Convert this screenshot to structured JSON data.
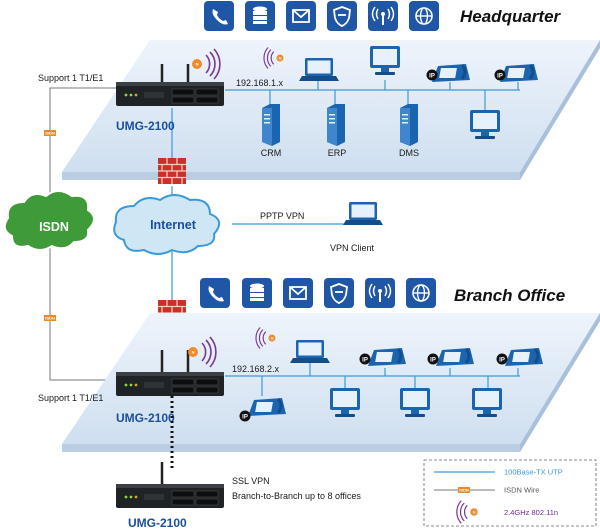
{
  "headquarter": {
    "title": "Headquarter",
    "support_label": "Support 1 T1/E1",
    "device_label": "UMG-2100",
    "subnet": "192.168.1.x",
    "servers": [
      "CRM",
      "ERP",
      "DMS"
    ]
  },
  "branch": {
    "title": "Branch Office",
    "support_label": "Support 1 T1/E1",
    "device_label": "UMG-2100",
    "subnet": "192.168.2.x"
  },
  "middle": {
    "isdn_cloud": "ISDN",
    "internet_cloud": "Internet",
    "pptp_label": "PPTP VPN",
    "vpn_client_label": "VPN Client"
  },
  "remote": {
    "device_label": "UMG-2100",
    "ssl_label": "SSL VPN",
    "branch_label": "Branch-to-Branch up to 8 offices"
  },
  "badges": {
    "ip": "IP",
    "isdn_tag": "ISDN",
    "wifi_tag": "N"
  },
  "legend": {
    "utp": "100Base-TX UTP",
    "isdn": "ISDN Wire",
    "wifi": "2.4GHz 802.11n"
  },
  "colors": {
    "platform": "#dfeaf6",
    "utp_line": "#3a9ad9",
    "isdn_line": "#7a7a7a",
    "icon_tile": "#1f57a6",
    "cloud": "#d8ecf7",
    "firewall": "#d23a2a",
    "wifi": "#7a3590",
    "legend_wifi_text": "#6a2a9a"
  },
  "icons": [
    "phone-icon",
    "database-icon",
    "mail-icon",
    "shield-icon",
    "wireless-icon",
    "globe-icon"
  ]
}
